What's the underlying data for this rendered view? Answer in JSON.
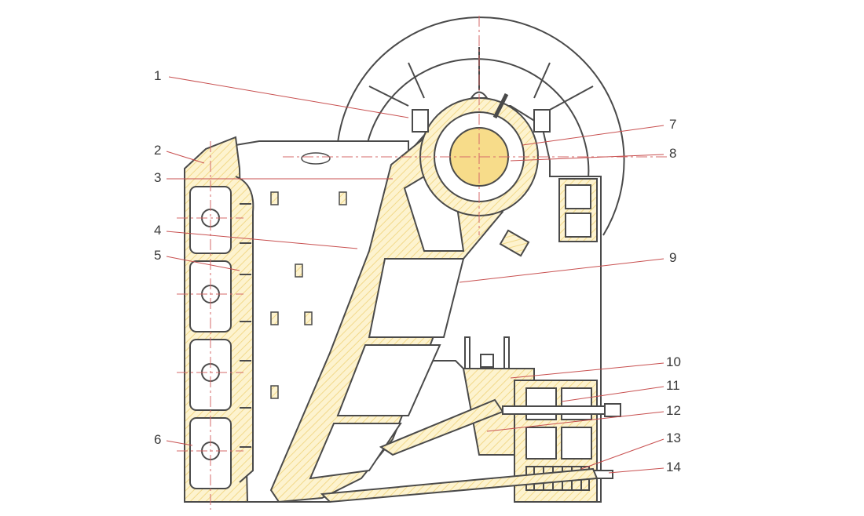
{
  "diagram": {
    "colors": {
      "line": "#4a4a4a",
      "fill": "#fdf3cf",
      "hatch": "#f2d98a",
      "leader": "#c85050",
      "center": "#d46a6a"
    },
    "labels": {
      "l1": "1",
      "l2": "2",
      "l3": "3",
      "l4": "4",
      "l5": "5",
      "l6": "6",
      "l7": "7",
      "l8": "8",
      "l9": "9",
      "l10": "10",
      "l11": "11",
      "l12": "12",
      "l13": "13",
      "l14": "14"
    }
  }
}
